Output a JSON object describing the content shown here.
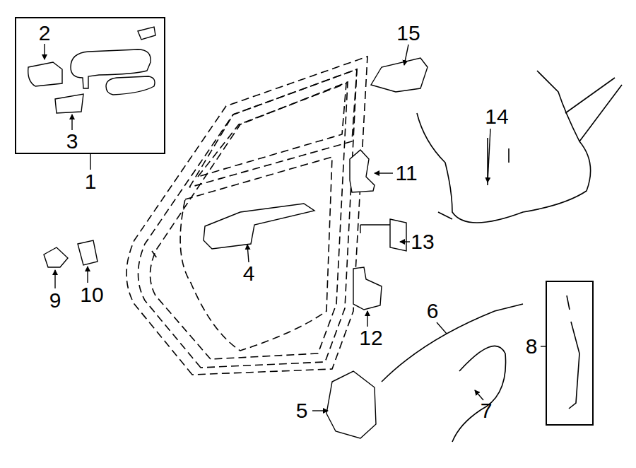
{
  "diagram": {
    "nodes": [
      {
        "text": [
          "2",
          "3",
          "1"
        ]
      },
      {
        "text": [
          "8"
        ]
      }
    ],
    "labels": [
      "15",
      "14",
      "11",
      "4",
      "13",
      "9",
      "10",
      "12",
      "6",
      "5",
      "7"
    ]
  }
}
